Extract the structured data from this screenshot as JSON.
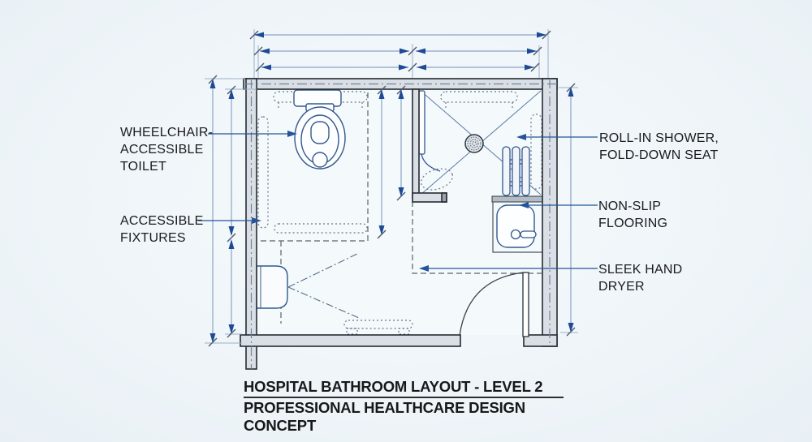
{
  "title": {
    "line1": "HOSPITAL BATHROOM LAYOUT - LEVEL 2",
    "line2": "PROFESSIONAL HEALTHCARE DESIGN CONCEPT"
  },
  "annotations": {
    "left": [
      {
        "id": "wheelchair-accessible-toilet",
        "label": "WHEELCHAIR-\nACCESSIBLE\nTOILET"
      },
      {
        "id": "accessible-fixtures",
        "label": "ACCESSIBLE\nFIXTURES"
      }
    ],
    "right": [
      {
        "id": "roll-in-shower",
        "label": "ROLL-IN SHOWER,\nFOLD-DOWN SEAT"
      },
      {
        "id": "non-slip-flooring",
        "label": "NON-SLIP\nFLOORING"
      },
      {
        "id": "sleek-hand-dryer",
        "label": "SLEEK HAND\nDRYER"
      }
    ]
  },
  "colors": {
    "background": "#eef4f8",
    "wall_fill": "#d9dfe4",
    "wall_outline": "#262b33",
    "dimension_arrow_blue": "#1d4a96",
    "dimension_line_blue": "#8ba3c7",
    "fixture_line_blue": "#33588f",
    "dashed_clearance_gray": "#5a636d",
    "label_text": "#1a1b1d"
  }
}
